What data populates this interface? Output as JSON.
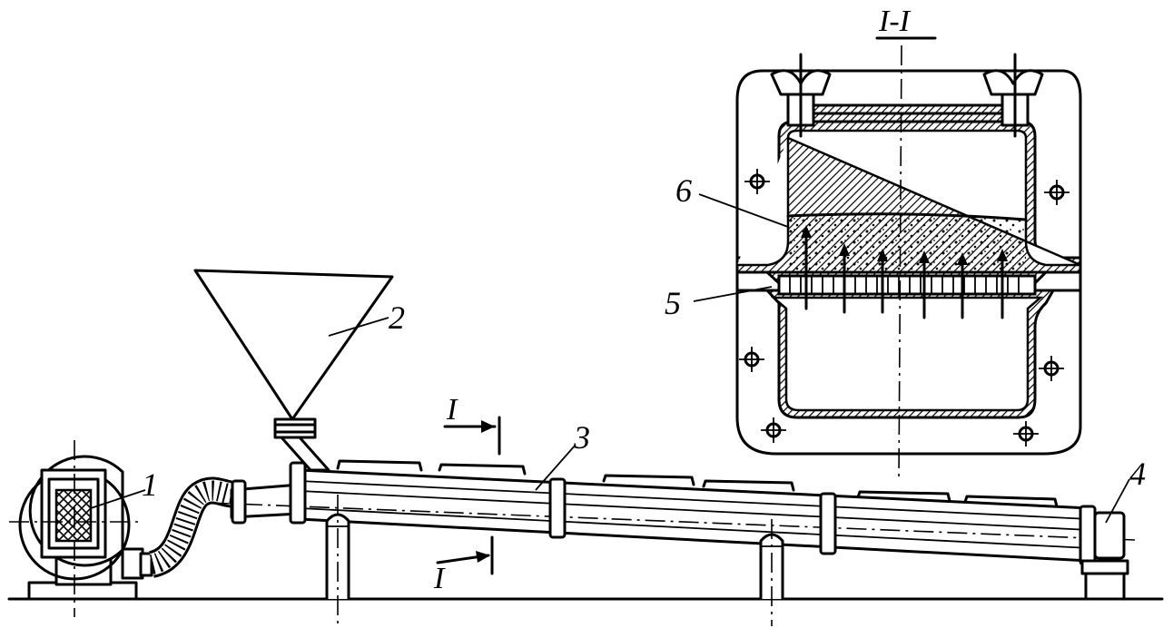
{
  "labels": {
    "blower": "1",
    "hopper": "2",
    "pipe": "3",
    "end_unit": "4",
    "grid": "5",
    "bed": "6"
  },
  "section": {
    "title": "I-I",
    "arrow_upper": "I",
    "arrow_lower": "I"
  }
}
